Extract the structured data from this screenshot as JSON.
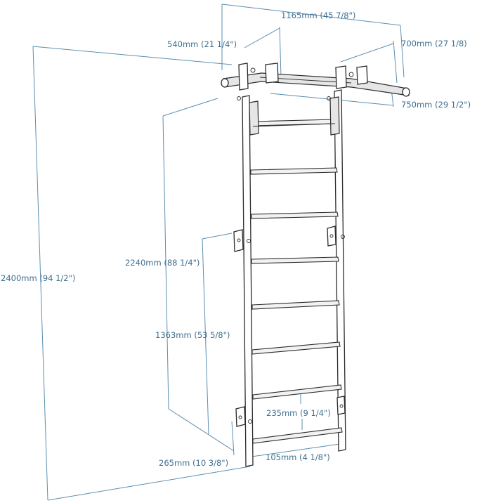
{
  "dimensions": {
    "total_width": "1165mm (45 7/8\")",
    "bracket_depth": "540mm (21 1/4\")",
    "bar_span": "700mm (27 1/8)",
    "bar_depth": "750mm (29 1/2\")",
    "total_height": "2400mm (94 1/2\")",
    "ladder_height": "2240mm (88 1/4\")",
    "mount_height": "1363mm (53 5/8\")",
    "rung_spacing": "235mm (9 1/4\")",
    "bottom_gap": "105mm (4 1/8\")",
    "base_depth": "265mm (10 3/8\")"
  },
  "colors": {
    "dimension_lines": "#5b8fb0",
    "outline": "#2b2b2b"
  },
  "product": {
    "rung_count": 8,
    "wall_brackets": 6
  }
}
